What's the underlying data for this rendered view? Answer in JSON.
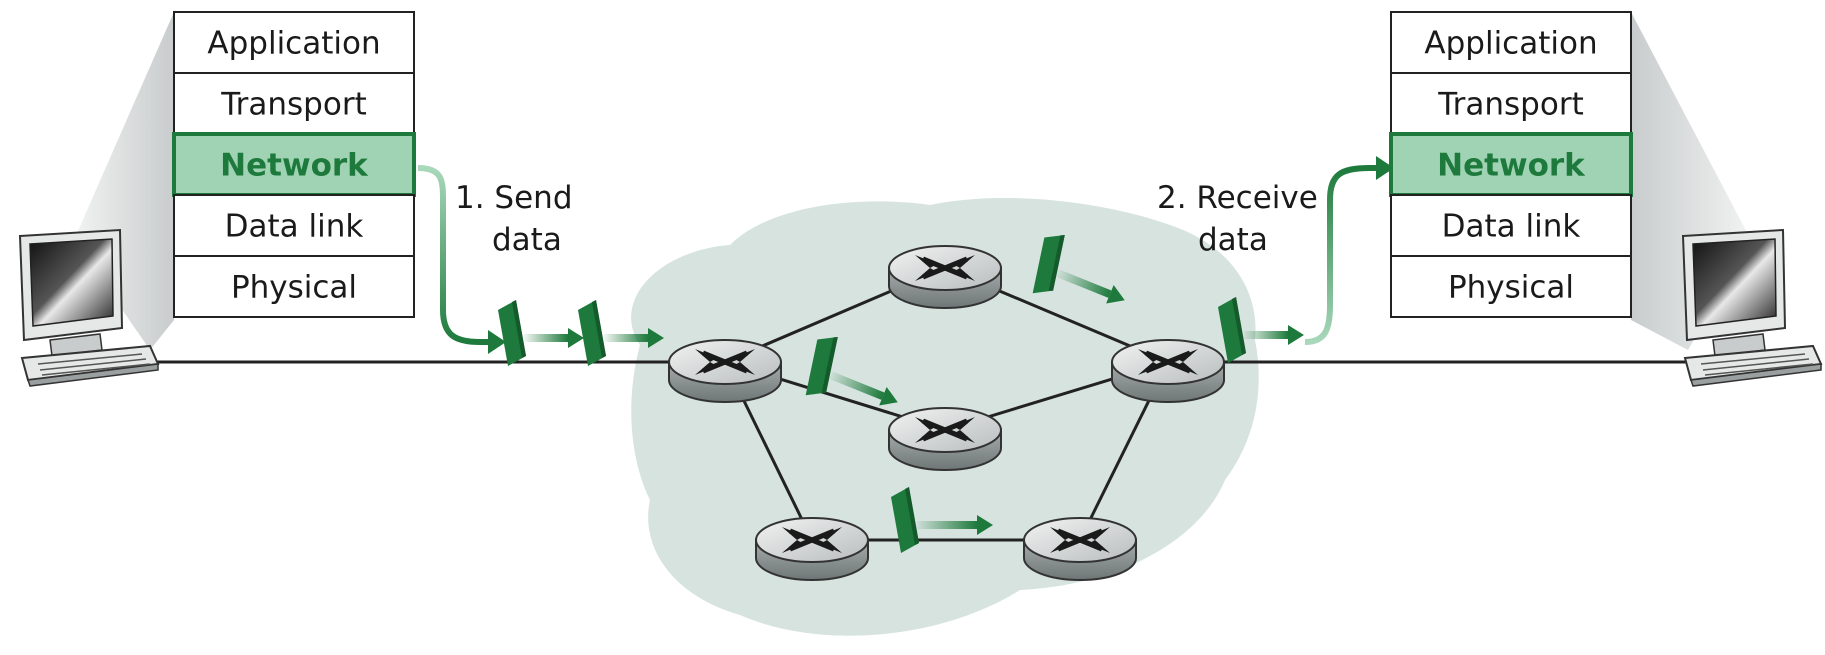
{
  "sender_stack": {
    "layers": [
      "Application",
      "Transport",
      "Network",
      "Data link",
      "Physical"
    ],
    "active_layer": "Network"
  },
  "receiver_stack": {
    "layers": [
      "Application",
      "Transport",
      "Network",
      "Data link",
      "Physical"
    ],
    "active_layer": "Network"
  },
  "steps": {
    "send": {
      "line1": "1. Send",
      "line2": "data"
    },
    "receive": {
      "line1": "2. Receive",
      "line2": "data"
    }
  },
  "colors": {
    "accent_green": "#1e7a3c",
    "active_layer_fill": "#9fd3b3",
    "cloud_fill": "#d6e3df",
    "router_top": "#d9dcdc",
    "router_side": "#8a9090"
  },
  "icons": {
    "sender_host": "desktop-computer-icon",
    "receiver_host": "desktop-computer-icon",
    "router": "router-icon",
    "packet": "packet-icon"
  }
}
